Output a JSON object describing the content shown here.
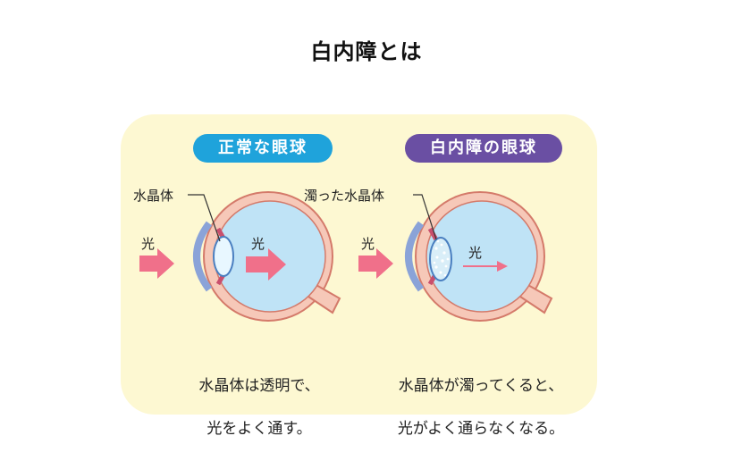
{
  "title": "白内障とは",
  "normal": {
    "heading": "正常な眼球",
    "lens_label": "水晶体",
    "light_outside": "光",
    "light_inside": "光",
    "caption_line1": "水晶体は透明で、",
    "caption_line2": "光をよく通す。"
  },
  "cataract": {
    "heading": "白内障の眼球",
    "lens_label": "濁った水晶体",
    "light_outside": "光",
    "light_inside": "光",
    "caption_line1": "水晶体が濁ってくると、",
    "caption_line2": "光がよく通らなくなる。"
  },
  "colors": {
    "panel": "#fdf8d2",
    "normal_heading": "#1fa3db",
    "cataract_heading": "#6a4fa3",
    "arrow": "#f0708a",
    "eye_fill": "#bfe3f6",
    "eye_wall": "#f6c8b8",
    "cornea": "#8aa3d8"
  }
}
